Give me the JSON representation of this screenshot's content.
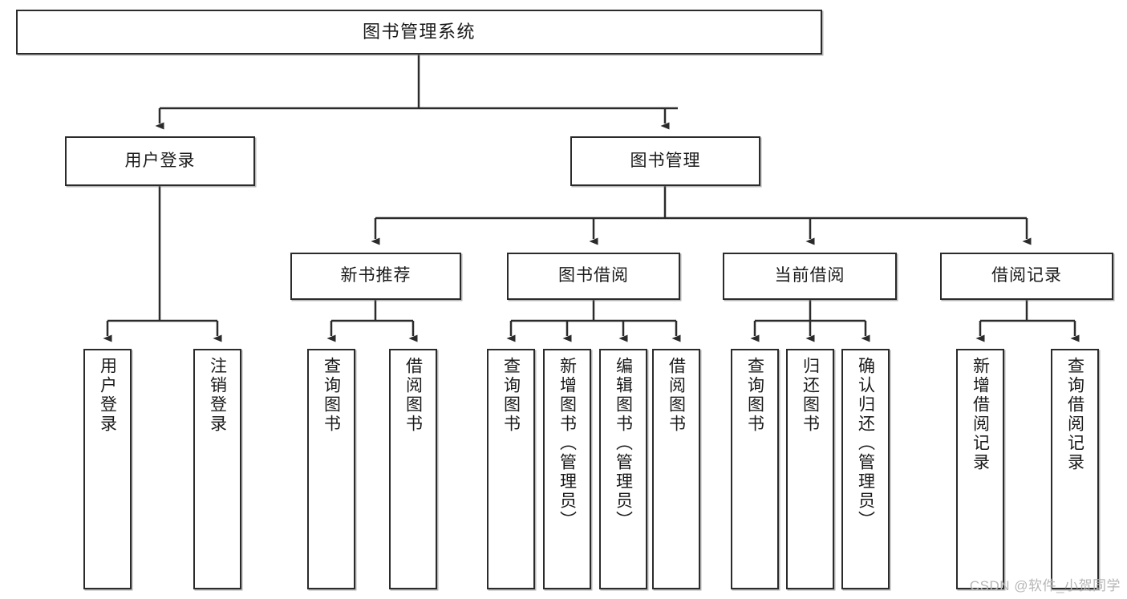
{
  "diagram": {
    "title": "图书管理系统",
    "type": "tree",
    "watermark": "CSDN @软件_小贺同学",
    "colors": {
      "stroke": "#2b2b2b",
      "fill": "#ffffff",
      "text": "#1a1a1a",
      "watermark": "#b6b6b6"
    },
    "levels": {
      "root": {
        "label": "图书管理系统"
      },
      "level2": [
        {
          "label": "用户登录"
        },
        {
          "label": "图书管理"
        }
      ],
      "level3": [
        {
          "label": "新书推荐"
        },
        {
          "label": "图书借阅"
        },
        {
          "label": "当前借阅"
        },
        {
          "label": "借阅记录"
        }
      ],
      "leaves": {
        "user_login": [
          {
            "label": "用户登录"
          },
          {
            "label": "注销登录"
          }
        ],
        "new_book_recommend": [
          {
            "label": "查询图书"
          },
          {
            "label": "借阅图书"
          }
        ],
        "book_borrow": [
          {
            "label": "查询图书"
          },
          {
            "label": "新增图书（管理员）"
          },
          {
            "label": "编辑图书（管理员）"
          },
          {
            "label": "借阅图书"
          }
        ],
        "current_borrow": [
          {
            "label": "查询图书"
          },
          {
            "label": "归还图书"
          },
          {
            "label": "确认归还（管理员）"
          }
        ],
        "borrow_record": [
          {
            "label": "新增借阅记录"
          },
          {
            "label": "查询借阅记录"
          }
        ]
      }
    }
  }
}
